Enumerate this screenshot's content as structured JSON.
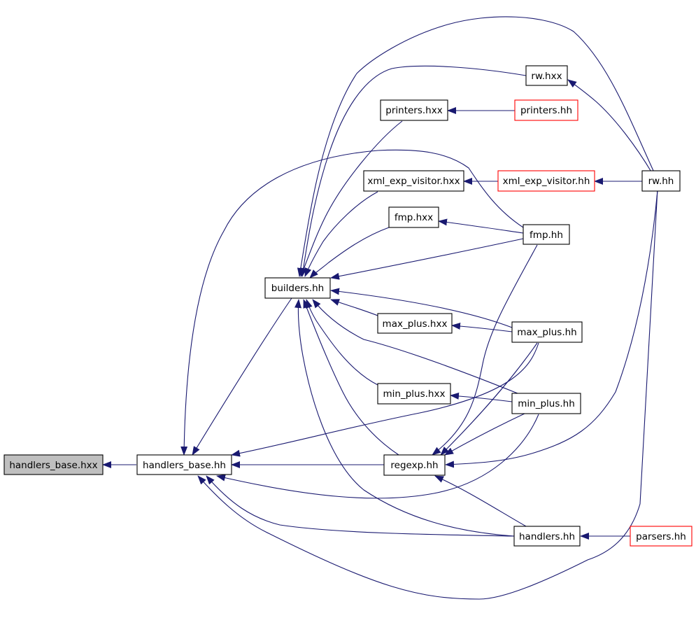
{
  "colors": {
    "edge": "#191970",
    "arrowhead": "#191970",
    "node_border": "#000000",
    "node_border_truncated": "#ff0000",
    "root_fill": "#bfbfbf",
    "node_fill": "#ffffff"
  },
  "nodes": [
    {
      "id": "handlers_base_hxx",
      "label": "handlers_base.hxx",
      "style": "root"
    },
    {
      "id": "handlers_base_hh",
      "label": "handlers_base.hh",
      "style": "normal"
    },
    {
      "id": "builders_hh",
      "label": "builders.hh",
      "style": "normal"
    },
    {
      "id": "printers_hxx",
      "label": "printers.hxx",
      "style": "normal"
    },
    {
      "id": "printers_hh",
      "label": "printers.hh",
      "style": "truncated"
    },
    {
      "id": "xml_exp_visitor_hxx",
      "label": "xml_exp_visitor.hxx",
      "style": "normal"
    },
    {
      "id": "xml_exp_visitor_hh",
      "label": "xml_exp_visitor.hh",
      "style": "truncated"
    },
    {
      "id": "rw_hxx",
      "label": "rw.hxx",
      "style": "normal"
    },
    {
      "id": "rw_hh",
      "label": "rw.hh",
      "style": "normal"
    },
    {
      "id": "fmp_hxx",
      "label": "fmp.hxx",
      "style": "normal"
    },
    {
      "id": "fmp_hh",
      "label": "fmp.hh",
      "style": "normal"
    },
    {
      "id": "max_plus_hxx",
      "label": "max_plus.hxx",
      "style": "normal"
    },
    {
      "id": "max_plus_hh",
      "label": "max_plus.hh",
      "style": "normal"
    },
    {
      "id": "min_plus_hxx",
      "label": "min_plus.hxx",
      "style": "normal"
    },
    {
      "id": "min_plus_hh",
      "label": "min_plus.hh",
      "style": "normal"
    },
    {
      "id": "regexp_hh",
      "label": "regexp.hh",
      "style": "normal"
    },
    {
      "id": "handlers_hh",
      "label": "handlers.hh",
      "style": "normal"
    },
    {
      "id": "parsers_hh",
      "label": "parsers.hh",
      "style": "truncated"
    }
  ],
  "edges": [
    {
      "from": "handlers_base_hh",
      "to": "handlers_base_hxx"
    },
    {
      "from": "builders_hh",
      "to": "handlers_base_hh"
    },
    {
      "from": "regexp_hh",
      "to": "handlers_base_hh"
    },
    {
      "from": "max_plus_hh",
      "to": "handlers_base_hh"
    },
    {
      "from": "min_plus_hh",
      "to": "handlers_base_hh"
    },
    {
      "from": "handlers_hh",
      "to": "handlers_base_hh"
    },
    {
      "from": "rw_hh",
      "to": "handlers_base_hh"
    },
    {
      "from": "fmp_hh",
      "to": "handlers_base_hh"
    },
    {
      "from": "printers_hxx",
      "to": "builders_hh"
    },
    {
      "from": "rw_hxx",
      "to": "builders_hh"
    },
    {
      "from": "rw_hh",
      "to": "builders_hh"
    },
    {
      "from": "xml_exp_visitor_hxx",
      "to": "builders_hh"
    },
    {
      "from": "fmp_hxx",
      "to": "builders_hh"
    },
    {
      "from": "fmp_hh",
      "to": "builders_hh"
    },
    {
      "from": "max_plus_hxx",
      "to": "builders_hh"
    },
    {
      "from": "max_plus_hh",
      "to": "builders_hh"
    },
    {
      "from": "min_plus_hxx",
      "to": "builders_hh"
    },
    {
      "from": "min_plus_hh",
      "to": "builders_hh"
    },
    {
      "from": "regexp_hh",
      "to": "builders_hh"
    },
    {
      "from": "handlers_hh",
      "to": "builders_hh"
    },
    {
      "from": "printers_hh",
      "to": "printers_hxx"
    },
    {
      "from": "rw_hh",
      "to": "rw_hxx"
    },
    {
      "from": "xml_exp_visitor_hh",
      "to": "xml_exp_visitor_hxx"
    },
    {
      "from": "rw_hh",
      "to": "xml_exp_visitor_hh"
    },
    {
      "from": "fmp_hh",
      "to": "fmp_hxx"
    },
    {
      "from": "max_plus_hh",
      "to": "max_plus_hxx"
    },
    {
      "from": "min_plus_hh",
      "to": "min_plus_hxx"
    },
    {
      "from": "fmp_hh",
      "to": "regexp_hh"
    },
    {
      "from": "max_plus_hh",
      "to": "regexp_hh"
    },
    {
      "from": "min_plus_hh",
      "to": "regexp_hh"
    },
    {
      "from": "rw_hh",
      "to": "regexp_hh"
    },
    {
      "from": "handlers_hh",
      "to": "regexp_hh"
    },
    {
      "from": "parsers_hh",
      "to": "handlers_hh"
    }
  ]
}
